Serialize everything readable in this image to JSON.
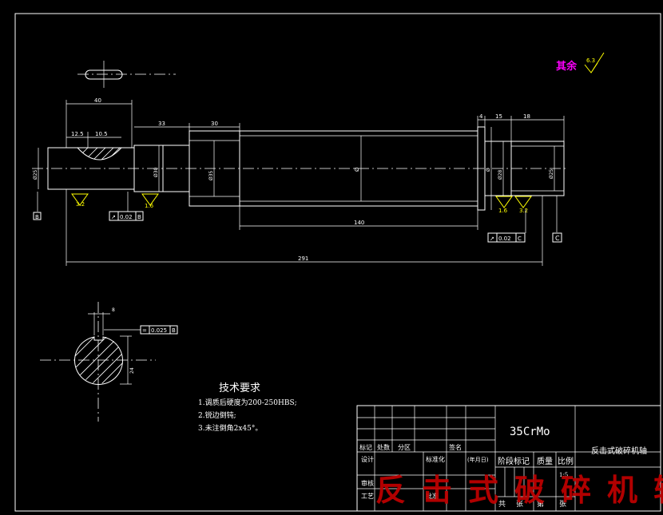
{
  "drawing": {
    "other_roughness": {
      "label": "其余",
      "value": "6.3"
    },
    "dimensions": {
      "d40": "40",
      "d12_5": "12.5",
      "d10_5": "10.5",
      "d33": "33",
      "d30": "30",
      "d4": "4",
      "d15": "15",
      "d18": "18",
      "d140": "140",
      "d291": "291",
      "phi_left": "Ø25",
      "phi_s2": "Ø30",
      "phi_s3": "Ø35",
      "phi_main": "Ø",
      "phi_right1": "Ø",
      "phi_right2": "Ø28",
      "phi_right3": "Ø25",
      "key_width": "8",
      "sec_height": "24"
    },
    "roughness": [
      "3.2",
      "1.6",
      "1.6",
      "3.2"
    ],
    "tolerances": [
      {
        "symbol": "↗",
        "value": "0.02",
        "datum": "B"
      },
      {
        "symbol": "↗",
        "value": "0.02",
        "datum": "C"
      },
      {
        "symbol": "=",
        "value": "0.025",
        "datum": "B"
      }
    ],
    "datums": [
      "B",
      "C"
    ],
    "tech_requirements": {
      "title": "技术要求",
      "items": [
        "1.调质后硬度为200-250HBS;",
        "2.锐边倒钝;",
        "3.未注倒角2x45°。"
      ]
    }
  },
  "title_block": {
    "material": "35CrMo",
    "part_name": "反击式破碎机轴",
    "labels": {
      "mark": "标记",
      "count": "处数",
      "zone": "分区",
      "sign": "签名",
      "design": "设计",
      "standardize": "标准化",
      "date": "(年月日)",
      "stage": "阶段标记",
      "mass": "质量",
      "scale": "比例",
      "scale_value": "1:5",
      "review": "审核",
      "process": "工艺",
      "approve": "批准",
      "sheets": "共",
      "sheet": "张",
      "page": "第",
      "page2": "张"
    }
  },
  "watermark": "反击式破碎机轴"
}
